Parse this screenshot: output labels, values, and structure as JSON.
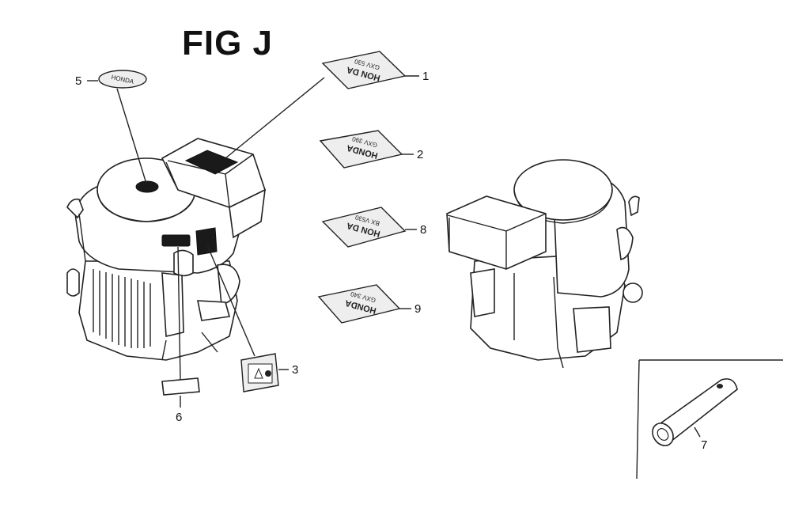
{
  "figure": {
    "title": "FIG J"
  },
  "callouts": [
    "1",
    "2",
    "3",
    "5",
    "6",
    "7",
    "8",
    "9"
  ],
  "decals": {
    "d1": {
      "line1": "HON DA",
      "line2": "GXV 530"
    },
    "d2": {
      "line1": "HONDA",
      "line2": "GXV 390"
    },
    "d8": {
      "line1": "HON DA",
      "line2": "BX V530"
    },
    "d9": {
      "line1": "HONDA",
      "line2": "GXV 340"
    },
    "d5": {
      "text": "HONDA"
    }
  }
}
